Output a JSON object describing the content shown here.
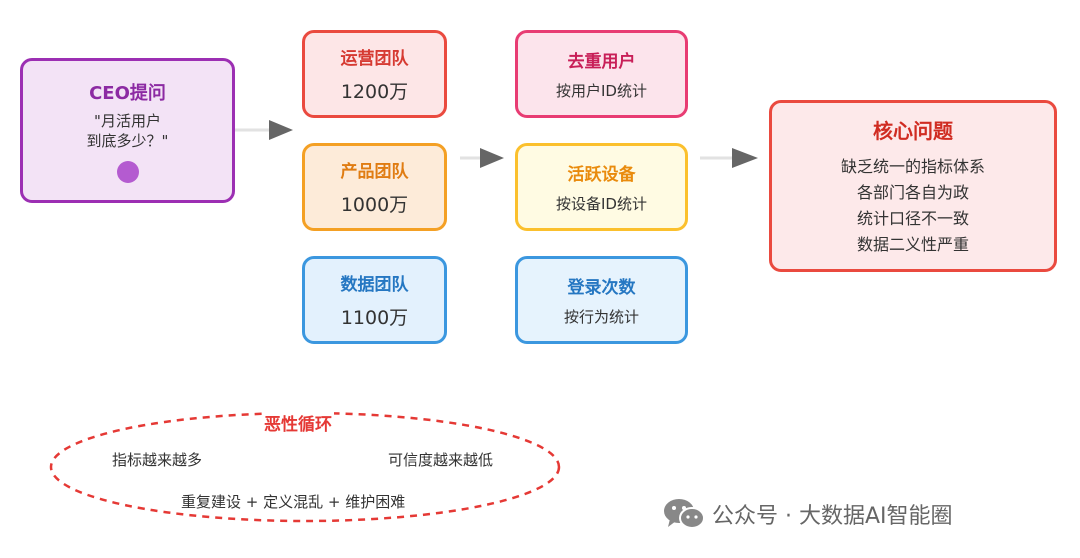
{
  "ceo": {
    "title": "CEO提问",
    "quote": "\"月活用户\n到底多少？\""
  },
  "teams": [
    {
      "name": "运营团队",
      "value": "1200万"
    },
    {
      "name": "产品团队",
      "value": "1000万"
    },
    {
      "name": "数据团队",
      "value": "1100万"
    }
  ],
  "definitions": [
    {
      "title": "去重用户",
      "desc": "按用户ID统计"
    },
    {
      "title": "活跃设备",
      "desc": "按设备ID统计"
    },
    {
      "title": "登录次数",
      "desc": "按行为统计"
    }
  ],
  "core": {
    "title": "核心问题",
    "lines": [
      "缺乏统一的指标体系",
      "各部门各自为政",
      "统计口径不一致",
      "数据二义性严重"
    ]
  },
  "cycle": {
    "title": "恶性循环",
    "left": "指标越来越多",
    "right": "可信度越来越低",
    "bottom": "重复建设 + 定义混乱 + 维护困难"
  },
  "watermark": {
    "text": "公众号 · 大数据AI智能圈",
    "icon": "wechat-icon"
  },
  "colors": {
    "purple": "#9c2fb3",
    "red": "#ea4a3f",
    "orange": "#f4a024",
    "blue": "#3b97df",
    "pink": "#e83c73",
    "yellow": "#fbc02d",
    "arrow": "#666666"
  }
}
